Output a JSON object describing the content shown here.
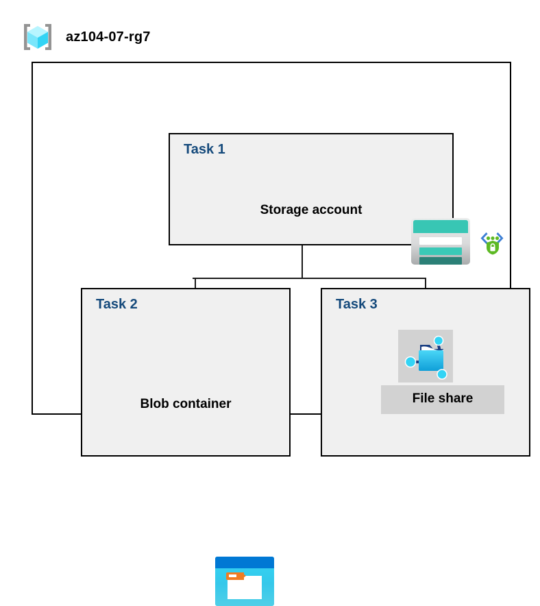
{
  "resource_group": {
    "name": "az104-07-rg7",
    "icon": "resource-group-icon"
  },
  "container": {
    "label": "resource-group-container"
  },
  "tasks": [
    {
      "id": "task1",
      "label": "Task 1",
      "node_caption": "Storage account",
      "icons": [
        "storage-account-icon",
        "secure-api-shield-icon"
      ],
      "selected": false
    },
    {
      "id": "task2",
      "label": "Task 2",
      "node_caption": "Blob container",
      "icons": [
        "blob-container-icon"
      ],
      "selected": false
    },
    {
      "id": "task3",
      "label": "Task 3",
      "node_caption": "File share",
      "icons": [
        "file-share-icon"
      ],
      "selected": true
    }
  ],
  "connectors": [
    {
      "name": "storage-to-branch-trunk",
      "from": "Storage account",
      "to": "branch-bar"
    },
    {
      "name": "branch-bar",
      "from": "branch-bar",
      "to": "branch-bar"
    },
    {
      "name": "branch-to-blob-container",
      "from": "branch-bar",
      "to": "Blob container"
    },
    {
      "name": "branch-to-file-share",
      "from": "branch-bar",
      "to": "File share"
    }
  ],
  "colors": {
    "task_label": "#14497b",
    "node_caption": "#000000",
    "task_box_fill": "#f0f0f0",
    "task_box_border": "#000000",
    "container_border": "#000000",
    "page_background": "#ffffff",
    "selection_highlight": "#d2d2d2",
    "connector": "#1a1a1a",
    "storage_teal": "#38c6b4",
    "storage_teal_dark": "#2b8077",
    "blob_blue": "#0078d4",
    "blob_cyan": "#32d4f5",
    "blob_orange": "#f07c22",
    "shield_green": "#5db924",
    "api_bracket_blue": "#3d7fd4",
    "resource_group_cube": "#50e6ff",
    "resource_group_bracket": "#949494"
  }
}
